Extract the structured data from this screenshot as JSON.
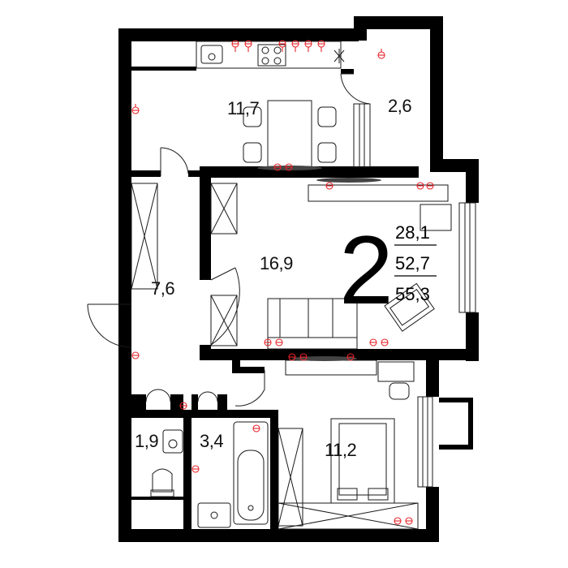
{
  "plan": {
    "room_count": "2",
    "areas": {
      "living": "28,1",
      "total": "52,7",
      "total_with_balcony": "55,3"
    },
    "rooms": {
      "kitchen": "11,7",
      "storage": "2,6",
      "living_room": "16,9",
      "hallway": "7,6",
      "bedroom": "11,2",
      "toilet": "1,9",
      "bathroom": "3,4"
    }
  },
  "colors": {
    "wall": "#000000",
    "socket": "#e8242a",
    "background": "#ffffff"
  }
}
